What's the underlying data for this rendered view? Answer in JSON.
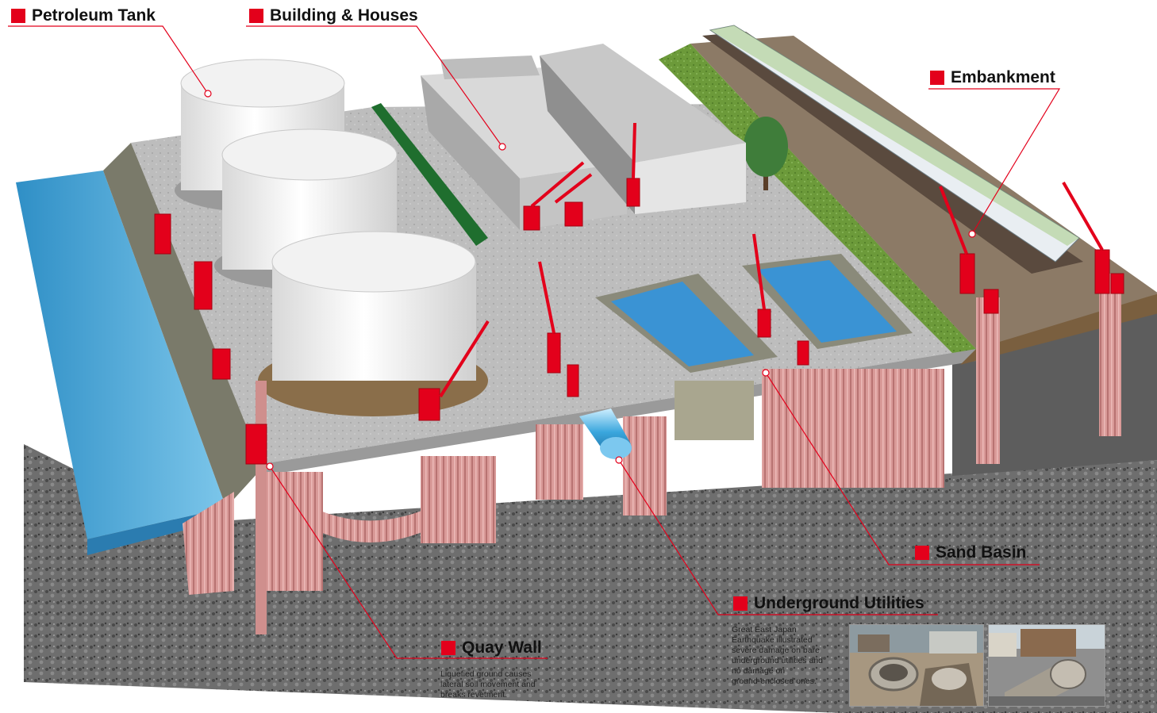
{
  "labels": {
    "petroleum_tank": "Petroleum Tank",
    "building_houses": "Building & Houses",
    "embankment": "Embankment",
    "sand_basin": "Sand Basin",
    "underground_utilities": "Underground Utilities",
    "quay_wall": "Quay Wall"
  },
  "notes": {
    "quay_wall": [
      "Liquefied ground causes",
      "lateral soil movement and",
      "breaks revetment."
    ],
    "underground_utilities": [
      "Great East Japan",
      "Earthquake illustrated",
      "severe damage on bare",
      "underground utilities and",
      "no damage on",
      "ground-enclosed ones."
    ]
  },
  "colors": {
    "accent_red": "#e3001b",
    "sheet_pile": "#d99a98",
    "water": "#4aa8d6",
    "ground_slab": "#bfbfbf",
    "soil": "#6f6f6f",
    "grass": "#6c9a3a"
  }
}
